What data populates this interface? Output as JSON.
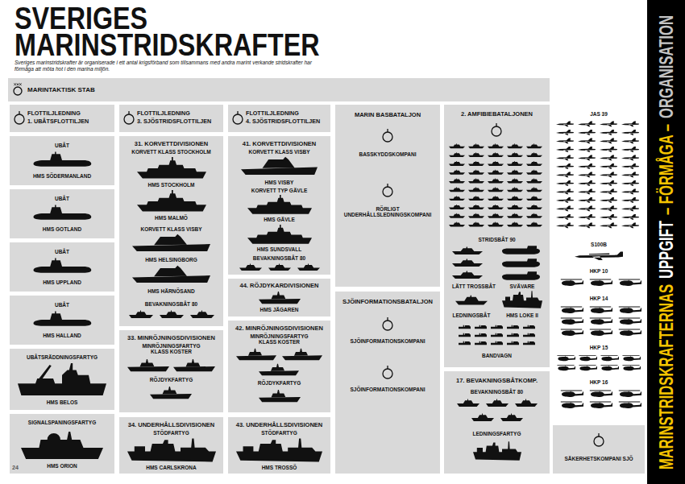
{
  "diagram": {
    "title": "SVERIGES MARINSTRIDSKRAFTER",
    "caption": "Sveriges marinstridskrafter är organiserade i ett antal krigsförband som tillsammans med andra marint verkande stridskrafter har förmåga att möta hot i den marina miljön.",
    "nodes": [
      {
        "text": [
          "MARINTAKTISK STAB"
        ]
      },
      {
        "text": [
          "FLOTTILJLEDNING",
          "1. UBÅTSFLOTTILJEN"
        ]
      },
      {
        "text": [
          "FLOTTILJLEDNING",
          "3. SJÖSTRIDSFLOTTILJEN"
        ]
      },
      {
        "text": [
          "FLOTTILJLEDNING",
          "4. SJÖSTRIDSFLOTTILJEN"
        ]
      },
      {
        "text": [
          "UBÅT",
          "HMS SÖDERMANLAND"
        ]
      },
      {
        "text": [
          "UBÅT",
          "HMS GOTLAND"
        ]
      },
      {
        "text": [
          "UBÅT",
          "HMS UPPLAND"
        ]
      },
      {
        "text": [
          "UBÅT",
          "HMS HALLAND"
        ]
      },
      {
        "text": [
          "UBÅTSRÄDDNINGSFARTYG",
          "HMS BELOS"
        ]
      },
      {
        "text": [
          "SIGNALSPANINGSFARTYG",
          "HMS ORION"
        ]
      },
      {
        "text": [
          "31. KORVETTDIVISIONEN",
          "KORVETT KLASS STOCKHOLM",
          "HMS STOCKHOLM",
          "HMS MALMÖ",
          "KORVETT KLASS VISBY",
          "HMS HELSINGBORG",
          "HMS HÄRNÖSAND",
          "BEVAKNINGSBÅT 80"
        ]
      },
      {
        "text": [
          "33. MINRÖJNINGSDIVISIONEN",
          "MINRÖJNINGSFARTYG KLASS KOSTER",
          "RÖJDYKFARTYG"
        ]
      },
      {
        "text": [
          "34. UNDERHÅLLSDIVISIONEN",
          "STÖDFARTYG",
          "HMS CARLSKRONA"
        ]
      },
      {
        "text": [
          "41. KORVETTDIVISIONEN",
          "KORVETT KLASS VISBY",
          "HMS VISBY",
          "KORVETT TYP GÄVLE",
          "HMS GÄVLE",
          "HMS SUNDSVALL",
          "BEVAKNINGSBÅT 80"
        ]
      },
      {
        "text": [
          "44. RÖJDYKARDIVISIONEN",
          "HMS JÄGAREN"
        ]
      },
      {
        "text": [
          "42. MINRÖJNINGSDIVISIONEN",
          "MINRÖJNINGSFARTYG KLASS KOSTER",
          "RÖJDYKFARTYG"
        ]
      },
      {
        "text": [
          "43. UNDERHÅLLSDIVISIONEN",
          "STÖDFARTYG",
          "HMS TROSSÖ"
        ]
      },
      {
        "text": [
          "MARIN BASBATALJON",
          "BASSKYDDSKOMPANI",
          "RÖRLIGT UNDERHÅLLSLEDNINGSKOMPANI"
        ]
      },
      {
        "text": [
          "SJÖINFORMATIONSBATALJON",
          "SJÖINFORMATIONSKOMPANI",
          "SJÖINFORMATIONSKOMPANI"
        ]
      },
      {
        "text": [
          "2. AMFIBIEBATALJONEN",
          "STRIDSBÅT 90",
          "LÄTT TROSSBÅT",
          "SVÄVARE",
          "LEDNINGSBÅT",
          "HMS LOKE II",
          "BANDVAGN"
        ]
      },
      {
        "text": [
          "17. BEVAKNINGSBÅTKOMP.",
          "BEVAKNINGSBÅT 80",
          "LEDNINGSFARTYG"
        ]
      },
      {
        "text": [
          "SÄKERHETSKOMPANI SJÖ"
        ]
      },
      {
        "text": [
          "MARINSTRIDSKRAFTERNAS",
          "UPPGIFT",
          "– FÖRMÅGA –",
          "ORGANISATION"
        ]
      }
    ],
    "labels": [
      "JAS 39",
      "S100B",
      "HKP 10",
      "HKP 14",
      "HKP 15",
      "HKP 16",
      "24"
    ]
  }
}
